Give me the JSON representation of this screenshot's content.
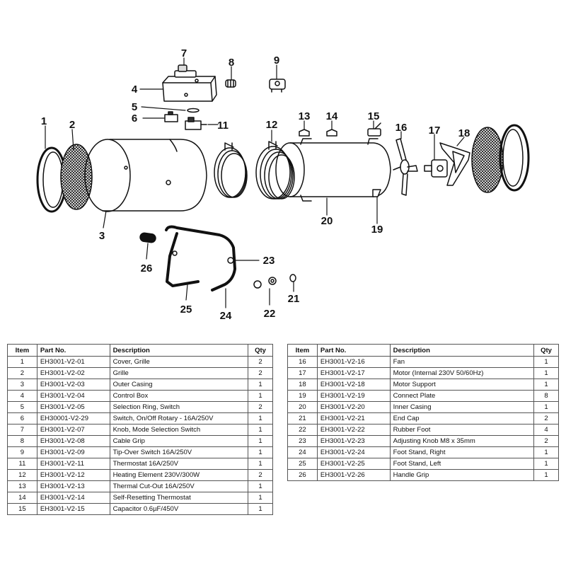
{
  "callouts": [
    "1",
    "2",
    "3",
    "4",
    "5",
    "6",
    "7",
    "8",
    "9",
    "11",
    "12",
    "13",
    "14",
    "15",
    "16",
    "17",
    "18",
    "19",
    "20",
    "21",
    "22",
    "23",
    "24",
    "25",
    "26"
  ],
  "table": {
    "headers": {
      "item": "Item",
      "part_no": "Part No.",
      "description": "Description",
      "qty": "Qty"
    },
    "left_rows": [
      {
        "item": "1",
        "part_no": "EH3001-V2-01",
        "description": "Cover, Grille",
        "qty": "2"
      },
      {
        "item": "2",
        "part_no": "EH3001-V2-02",
        "description": "Grille",
        "qty": "2"
      },
      {
        "item": "3",
        "part_no": "EH3001-V2-03",
        "description": "Outer Casing",
        "qty": "1"
      },
      {
        "item": "4",
        "part_no": "EH3001-V2-04",
        "description": "Control Box",
        "qty": "1"
      },
      {
        "item": "5",
        "part_no": "EH3001-V2-05",
        "description": "Selection Ring, Switch",
        "qty": "2"
      },
      {
        "item": "6",
        "part_no": "EH30001-V2-29",
        "description": "Switch, On/Off Rotary - 16A/250V",
        "qty": "1"
      },
      {
        "item": "7",
        "part_no": "EH3001-V2-07",
        "description": "Knob, Mode Selection Switch",
        "qty": "1"
      },
      {
        "item": "8",
        "part_no": "EH3001-V2-08",
        "description": "Cable Grip",
        "qty": "1"
      },
      {
        "item": "9",
        "part_no": "EH3001-V2-09",
        "description": "Tip-Over Switch 16A/250V",
        "qty": "1"
      },
      {
        "item": "11",
        "part_no": "EH3001-V2-11",
        "description": "Thermostat 16A/250V",
        "qty": "1"
      },
      {
        "item": "12",
        "part_no": "EH3001-V2-12",
        "description": "Heating Element 230V/300W",
        "qty": "2"
      },
      {
        "item": "13",
        "part_no": "EH3001-V2-13",
        "description": "Thermal Cut-Out 16A/250V",
        "qty": "1"
      },
      {
        "item": "14",
        "part_no": "EH3001-V2-14",
        "description": "Self-Resetting Thermostat",
        "qty": "1"
      },
      {
        "item": "15",
        "part_no": "EH3001-V2-15",
        "description": "Capacitor 0.6µF/450V",
        "qty": "1"
      }
    ],
    "right_rows": [
      {
        "item": "16",
        "part_no": "EH3001-V2-16",
        "description": "Fan",
        "qty": "1"
      },
      {
        "item": "17",
        "part_no": "EH3001-V2-17",
        "description": "Motor (Internal 230V 50/60Hz)",
        "qty": "1"
      },
      {
        "item": "18",
        "part_no": "EH3001-V2-18",
        "description": "Motor Support",
        "qty": "1"
      },
      {
        "item": "19",
        "part_no": "EH3001-V2-19",
        "description": "Connect Plate",
        "qty": "8"
      },
      {
        "item": "20",
        "part_no": "EH3001-V2-20",
        "description": "Inner Casing",
        "qty": "1"
      },
      {
        "item": "21",
        "part_no": "EH3001-V2-21",
        "description": "End Cap",
        "qty": "2"
      },
      {
        "item": "22",
        "part_no": "EH3001-V2-22",
        "description": "Rubber Foot",
        "qty": "4"
      },
      {
        "item": "23",
        "part_no": "EH3001-V2-23",
        "description": "Adjusting Knob M8 x 35mm",
        "qty": "2"
      },
      {
        "item": "24",
        "part_no": "EH3001-V2-24",
        "description": "Foot Stand, Right",
        "qty": "1"
      },
      {
        "item": "25",
        "part_no": "EH3001-V2-25",
        "description": "Foot Stand, Left",
        "qty": "1"
      },
      {
        "item": "26",
        "part_no": "EH3001-V2-26",
        "description": "Handle Grip",
        "qty": "1"
      }
    ]
  }
}
